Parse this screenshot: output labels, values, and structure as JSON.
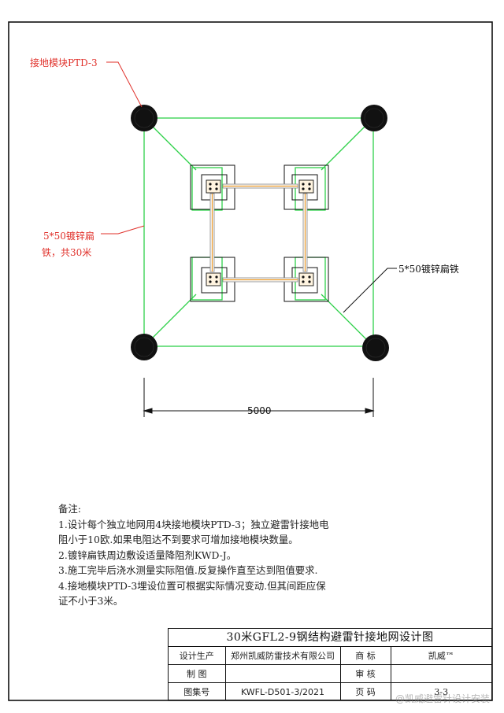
{
  "labels": {
    "module_label": "接地模块PTD-3",
    "flat_steel_left_line1": "5*50镀锌扁",
    "flat_steel_left_line2": "铁，共30米",
    "flat_steel_right": "5*50镀锌扁铁",
    "dimension": "5000"
  },
  "notes": {
    "heading": "备注:",
    "lines": [
      "1.设计每个独立地网用4块接地模块PTD-3；独立避雷针接地电",
      "阻小于10欧.如果电阻达不到要求可增加接地模块数量。",
      "2.镀锌扁铁周边敷设适量降阻剂KWD-J。",
      "3.施工完毕后浇水测量实际阻值.反复操作直至达到阻值要求.",
      "4.接地模块PTD-3埋设位置可根据实际情况变动.但其间距应保",
      "证不小于3米。"
    ]
  },
  "title_block": {
    "title": "30米GFL2-9钢结构避雷针接地网设计图",
    "design_label": "设计生产",
    "design_value": "郑州凯威防雷技术有限公司",
    "brand_label": "商  标",
    "brand_value": "凯威™",
    "drawn_label": "制  图",
    "drawn_value": "",
    "review_label": "审  核",
    "review_value": "",
    "drawing_no_label": "图集号",
    "drawing_no_value": "KWFL-D501-3/2021",
    "page_label": "页  码",
    "page_value": "3-3"
  },
  "watermark": "@凯威避雷针设计安装",
  "colors": {
    "green": "#2fd14a",
    "orange": "#f0a030",
    "red": "#e0302a",
    "black": "#111111"
  }
}
